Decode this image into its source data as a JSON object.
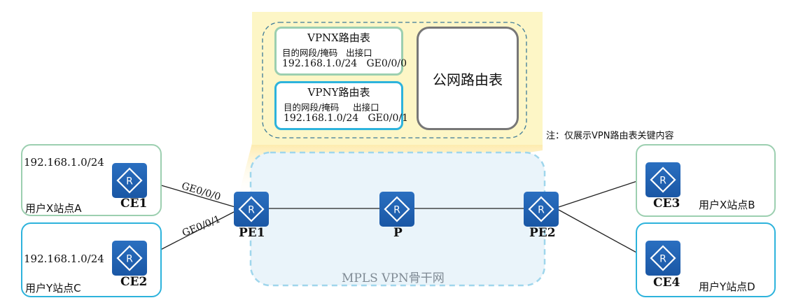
{
  "annotation_panel": {
    "vpnx_table": {
      "title": "VPNX路由表",
      "header": "目的网段/掩码   出接口",
      "row": "192.168.1.0/24   GE0/0/0"
    },
    "vpny_table": {
      "title": "VPNY路由表",
      "header": "目的网段/掩码     出接口",
      "row": "192.168.1.0/24   GE0/0/1"
    },
    "public_table": "公网路由表",
    "note": "注：仅展示VPN路由表关键内容"
  },
  "backbone": {
    "label": "MPLS VPN骨干网"
  },
  "devices": {
    "ce1": "CE1",
    "ce2": "CE2",
    "ce3": "CE3",
    "ce4": "CE4",
    "pe1": "PE1",
    "p": "P",
    "pe2": "PE2"
  },
  "sites": {
    "a": {
      "name": "用户X站点A",
      "network": "192.168.1.0/24"
    },
    "c": {
      "name": "用户Y站点C",
      "network": "192.168.1.0/24"
    },
    "b": {
      "name": "用户X站点B"
    },
    "d": {
      "name": "用户Y站点D"
    }
  },
  "interfaces": {
    "pe1_to_ce1": "GE0/0/0",
    "pe1_to_ce2": "GE0/0/1"
  },
  "colors": {
    "vpnx": "#9ccfb0",
    "vpny": "#2db3dc",
    "router": "#1f5fae",
    "backbone_fill": "#eaf4fa",
    "panel": "#fdf6c6"
  }
}
